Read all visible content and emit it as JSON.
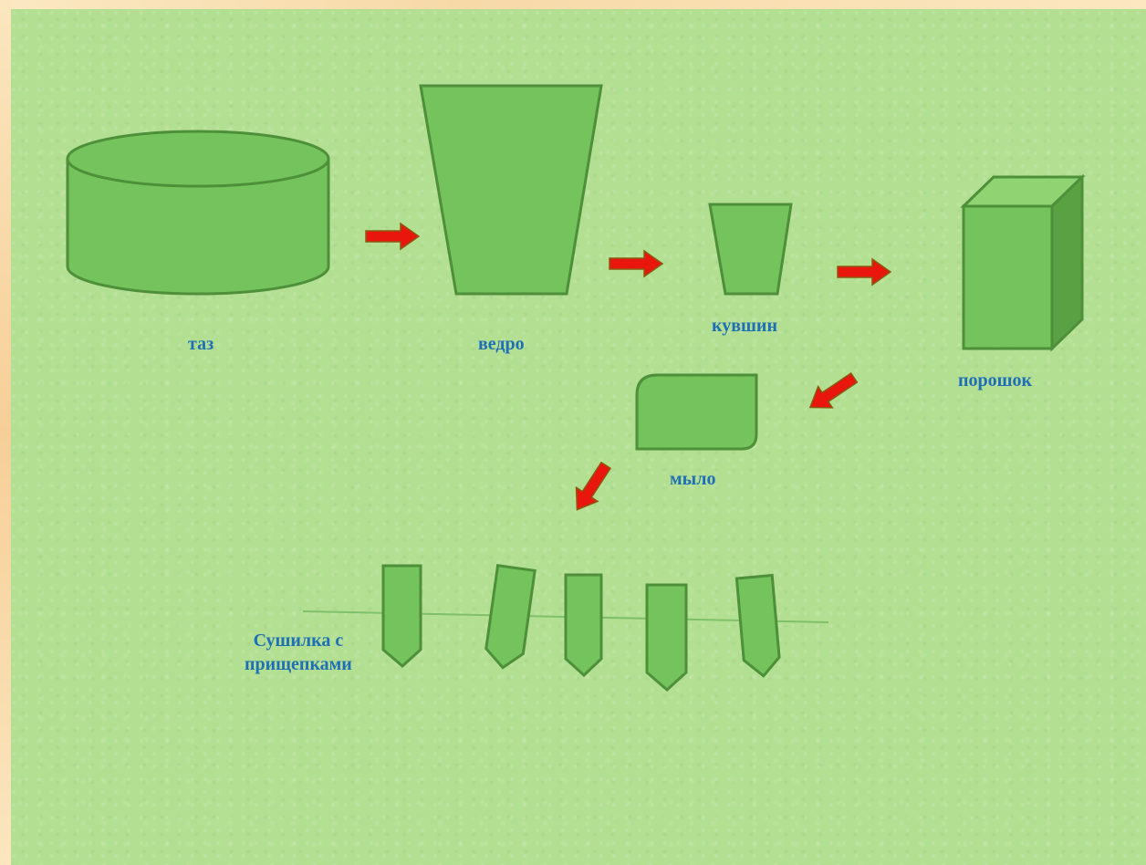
{
  "labels": {
    "taz": "таз",
    "vedro": "ведро",
    "kuvshin": "кувшин",
    "poroshok": "порошок",
    "mylo": "мыло",
    "sushilka": "Сушилка с\nприщепками"
  },
  "colors": {
    "background": "#b3df92",
    "shape_fill": "#74c35c",
    "shape_stroke": "#4e8f3a",
    "arrow": "#e8160c",
    "label_text": "#1f6fb6"
  },
  "arrow_icon": "right-arrow-icon"
}
